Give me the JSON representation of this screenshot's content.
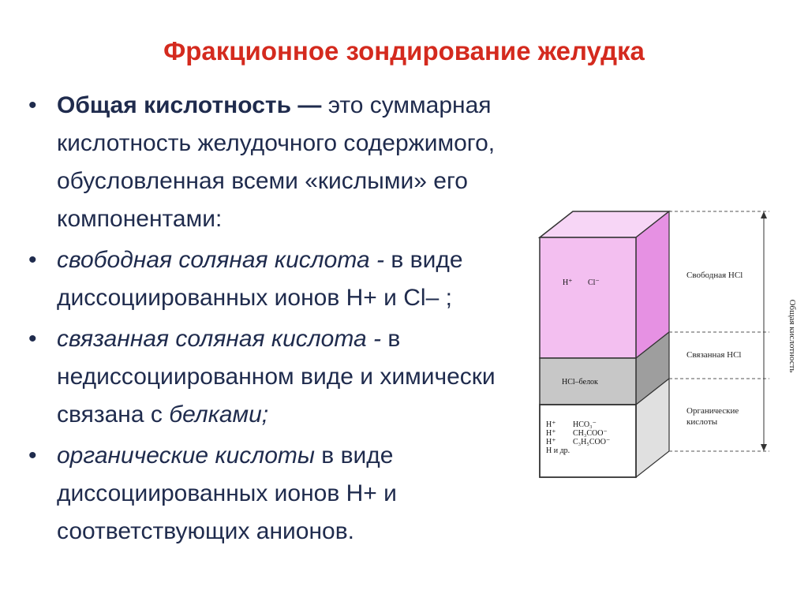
{
  "title": "Фракционное зондирование желудка",
  "bullets": [
    {
      "lead": "Общая кислотность —",
      "text": " это суммарная кислотность желудочного содержимого, обусловленная всеми «кислыми» его компонентами:"
    },
    {
      "lead": "свободная соляная кислота -",
      "text": "  в виде диссоциированных ионов Н+ и Cl– ;"
    },
    {
      "lead": "связанная соляная кислота -",
      "text": "  в недиссоциированном виде и химически связана с ",
      "tail": "белками;"
    },
    {
      "lead": "органические кислоты",
      "text": " в виде диссоциированных ионов Н+ и соответствующих анионов."
    }
  ],
  "diagram": {
    "free_label": "Свободная HCl",
    "bound_label": "Связанная HCl",
    "organic_label_1": "Органические",
    "organic_label_2": "кислоты",
    "total_label": "Общая кислотность",
    "free_ions_h": "H⁺",
    "free_ions_cl": "Cl⁻",
    "bound_formula": "HCl–белок",
    "organic_h_lines": [
      "H⁺",
      "H⁺",
      "H⁺",
      "H и др."
    ],
    "organic_anions": [
      "HCO₃⁻",
      "CH₃COO⁻",
      "C₃H₅COO⁻"
    ],
    "colors": {
      "free_front": "#f3bff0",
      "free_side": "#e691e3",
      "top": "#f7d6f6",
      "bound_front": "#c7c7c7",
      "bound_side": "#9e9e9e",
      "organic_front": "#ffffff",
      "organic_side": "#e0e0e0"
    }
  }
}
